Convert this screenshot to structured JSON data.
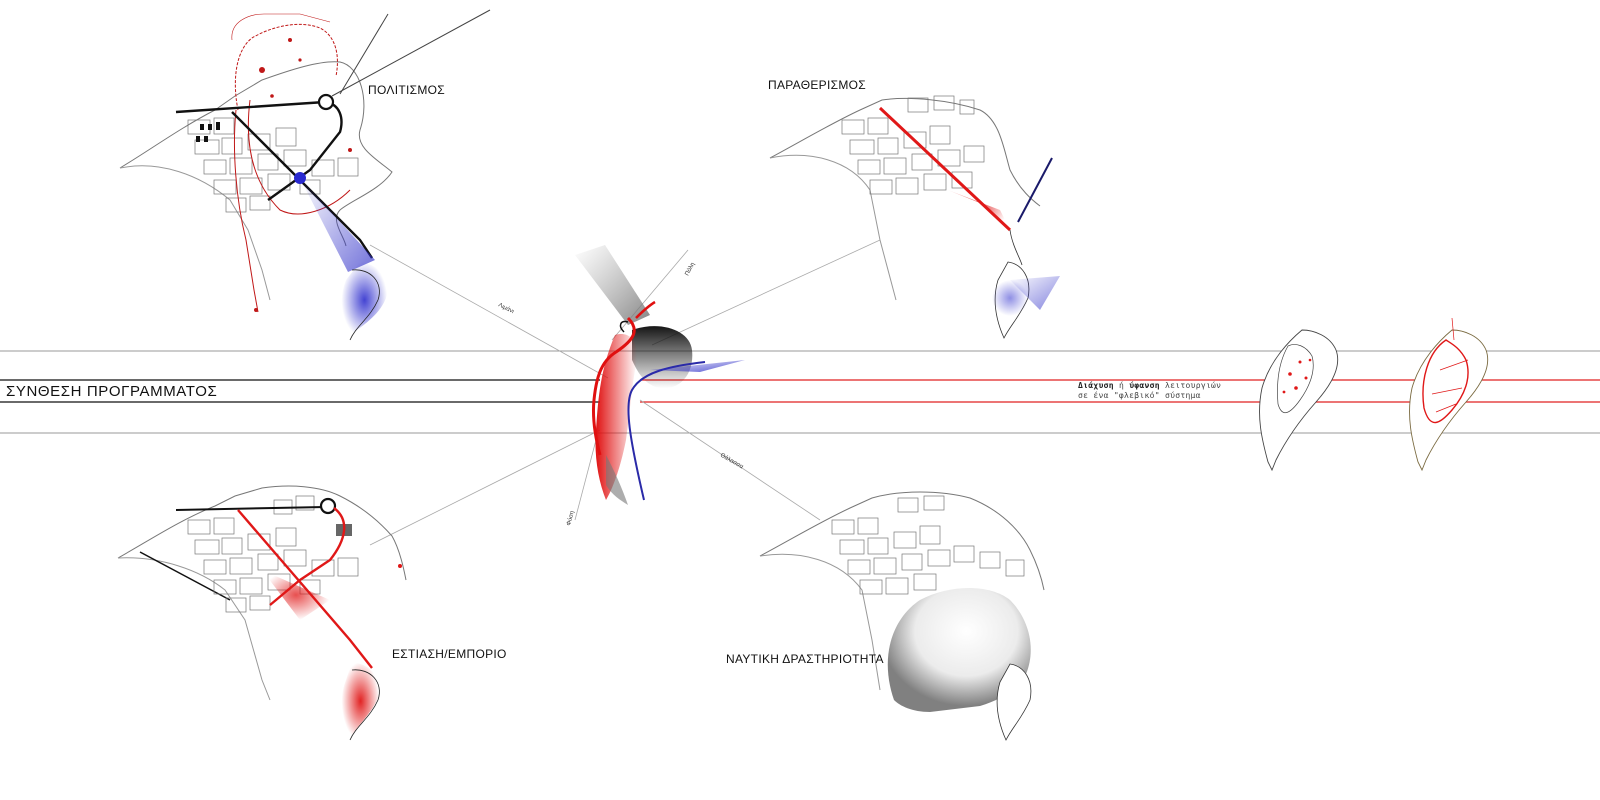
{
  "labels": {
    "culture": "ΠΟΛΙΤΙΣΜΟΣ",
    "holiday": "ΠΑΡΑΘΕΡΙΣΜΟΣ",
    "dining": "ΕΣΤΙΑΣΗ/ΕΜΠΟΡΙΟ",
    "nautical": "ΝΑΥΤΙΚΗ ΔΡΑΣΤΗΡΙΟΤΗΤΑ",
    "synthesis": "ΣΥΝΘΕΣΗ ΠΡΟΓΡΑΜΜΑΤΟΣ"
  },
  "note": {
    "word1": "Διάχυση",
    "conj": " ή ",
    "word2": "ύφανση",
    "rest1": " λειτουργιών",
    "line2": "σε ένα \"φλεβικό\" σύστημα"
  },
  "axes": {
    "up": "Πόλη",
    "left": "Λιμάνι",
    "right": "Θάλασσα",
    "down": "Φύση"
  },
  "colors": {
    "red": "#e02020",
    "blue": "#2a2aa8",
    "black": "#111111",
    "grey": "#9a9a9a"
  }
}
